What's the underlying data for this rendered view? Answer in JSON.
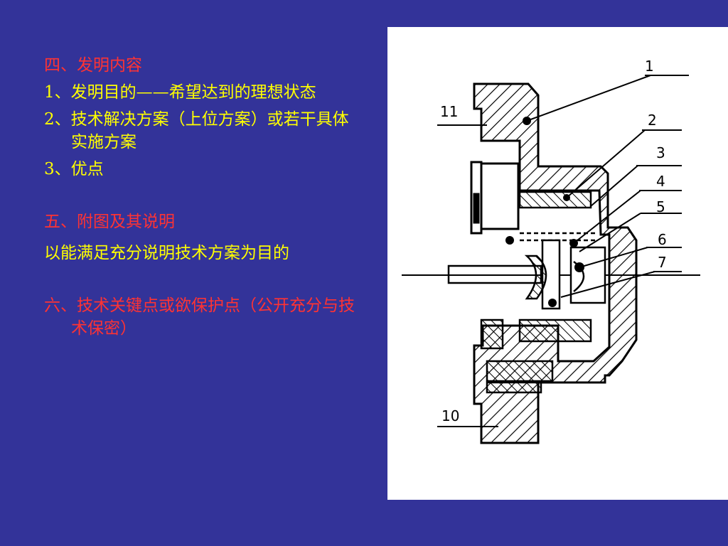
{
  "sections": [
    {
      "text": "四、发明内容",
      "color": "#FF3333"
    },
    {
      "text": "1、发明目的——希望达到的理想状态",
      "color": "#FFFF00"
    },
    {
      "text": "2、技术解决方案（上位方案）或若干具体实施方案",
      "color": "#FFFF00"
    },
    {
      "text": "3、优点",
      "color": "#FFFF00"
    },
    {
      "text": "五、附图及其说明",
      "color": "#FF3333"
    },
    {
      "text": "以能满足充分说明技术方案为目的",
      "color": "#FFFF00"
    },
    {
      "text": "六、技术关键点或欲保护点（公开充分与技术保密）",
      "color": "#FF3333"
    }
  ],
  "figure": {
    "callouts": [
      "1",
      "2",
      "3",
      "4",
      "5",
      "6",
      "7",
      "10",
      "11"
    ]
  },
  "colors": {
    "background": "#333399",
    "heading": "#FF3333",
    "body": "#FFFF00",
    "panel": "#FFFFFF"
  }
}
